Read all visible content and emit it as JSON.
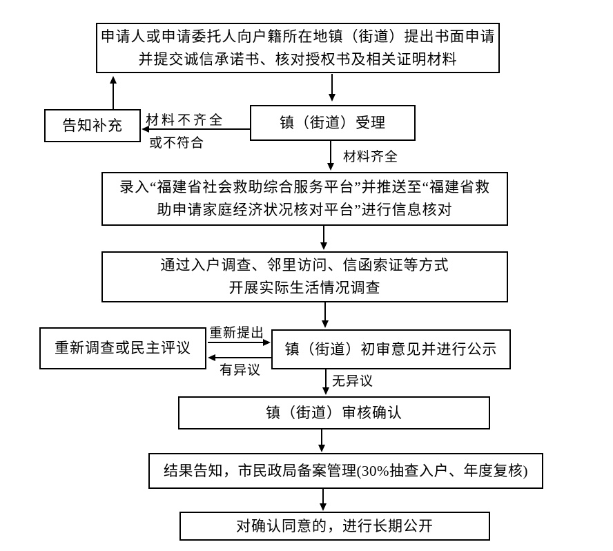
{
  "nodes": {
    "apply": {
      "lines": [
        "申请人或申请委托人向户籍所在地镇（街道）提出书面申请",
        "并提交诚信承诺书、核对授权书及相关证明材料"
      ]
    },
    "notify_supplement": {
      "label": "告知补充"
    },
    "accept": {
      "label": "镇（街道）受理"
    },
    "platform_entry": {
      "lines": [
        "录入“福建省社会救助综合服务平台”并推送至“福建省救",
        "助申请家庭经济状况核对平台”进行信息核对"
      ]
    },
    "investigation": {
      "lines": [
        "通过入户调查、邻里访问、信函索证等方式",
        "开展实际生活情况调查"
      ]
    },
    "re_survey": {
      "label": "重新调查或民主评议"
    },
    "initial_review": {
      "label": "镇（街道）初审意见并进行公示"
    },
    "confirm": {
      "label": "镇（街道）审核确认"
    },
    "result_notify": {
      "label": "结果告知，市民政局备案管理(30%抽查入户、年度复核)"
    },
    "long_term_publicity": {
      "label": "对确认同意的，进行长期公开"
    }
  },
  "edge_labels": {
    "materials_incomplete_line1": "材料不齐全",
    "materials_incomplete_line2": "或不符合",
    "materials_complete": "材料齐全",
    "resubmit": "重新提出",
    "objection": "有异议",
    "no_objection": "无异议"
  },
  "colors": {
    "line": "#000000",
    "background": "#ffffff",
    "box_border": "#000000"
  }
}
